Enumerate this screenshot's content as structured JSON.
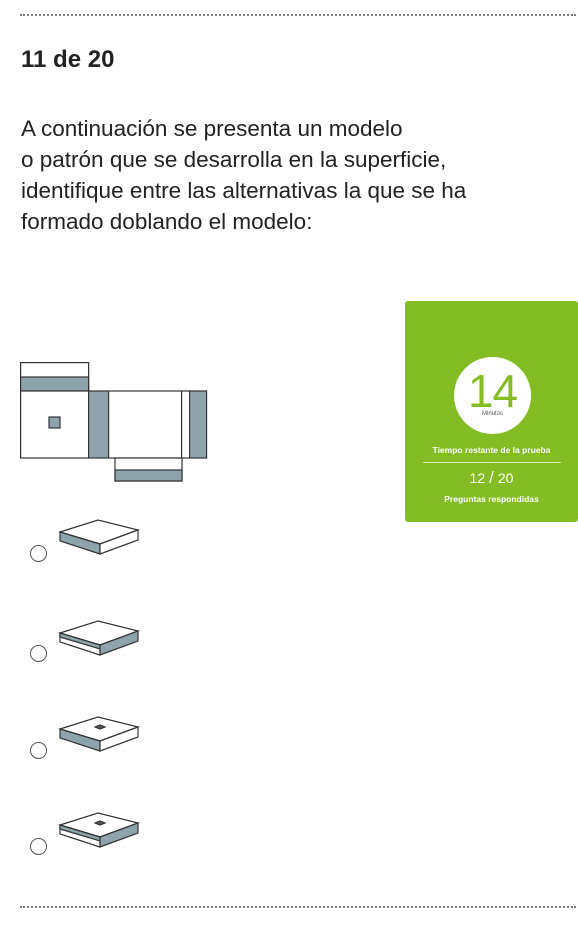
{
  "question": {
    "number_label": "11 de 20",
    "text_lines": [
      "A continuación se presenta un modelo",
      "o patrón  que se desarrolla en la superficie,",
      "identifique entre las alternativas la que se ha",
      "formado doblando el modelo:"
    ]
  },
  "timer": {
    "value": "14",
    "unit": "Minutos",
    "label": "Tiempo restante de la prueba",
    "answered": "12",
    "total": "20",
    "slash": "/",
    "answered_label": "Preguntas respondidas",
    "color": "#83bd23"
  },
  "options": [
    {
      "id": "a",
      "variant": "top-blank"
    },
    {
      "id": "b",
      "variant": "top-blank-blue-band"
    },
    {
      "id": "c",
      "variant": "top-square"
    },
    {
      "id": "d",
      "variant": "top-square-alt"
    }
  ],
  "colors": {
    "band": "#8da4ad",
    "line": "#333333"
  }
}
